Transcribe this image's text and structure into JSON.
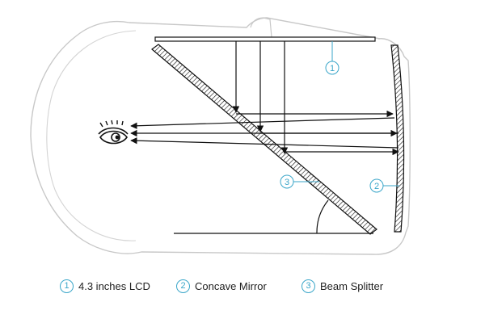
{
  "callouts": {
    "lcd": "1",
    "mirror": "2",
    "splitter": "3"
  },
  "legend": [
    {
      "num": "1",
      "label": "4.3 inches LCD"
    },
    {
      "num": "2",
      "label": "Concave Mirror"
    },
    {
      "num": "3",
      "label": "Beam Splitter"
    }
  ],
  "colors": {
    "outline": "#c8c8c8",
    "line": "#111111",
    "accent": "#3aa6c9"
  }
}
